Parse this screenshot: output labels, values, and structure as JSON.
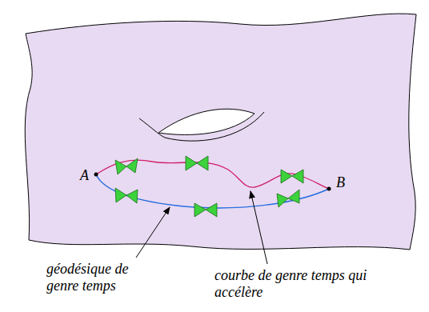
{
  "diagram": {
    "labels": [
      "A",
      "B",
      "géodésique de genre temps",
      "courbe de genre temps qui accélère"
    ]
  }
}
